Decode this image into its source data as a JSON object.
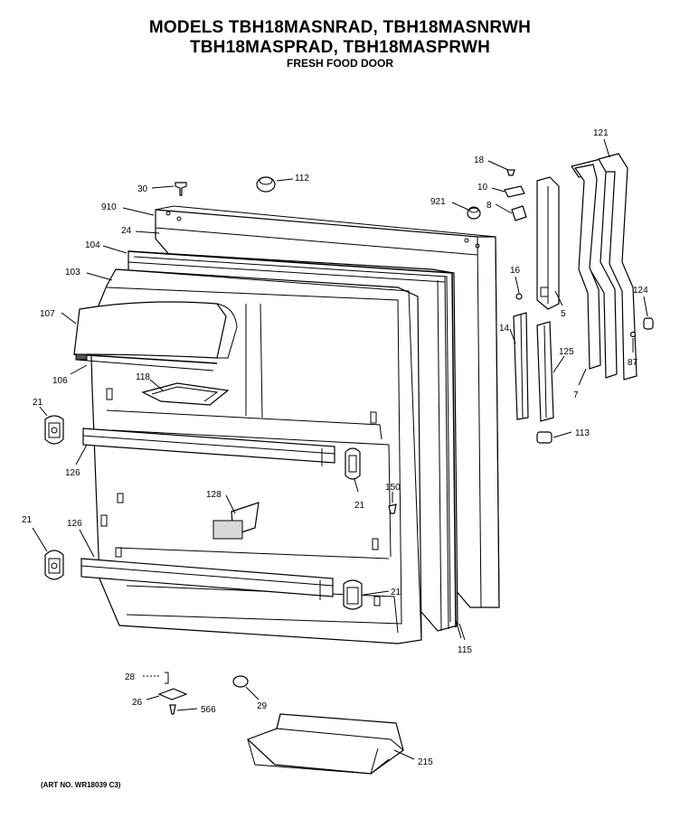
{
  "header": {
    "line1": "MODELS TBH18MASNRAD, TBH18MASNRWH",
    "line2": "TBH18MASPRAD, TBH18MASPRWH",
    "line3": "FRESH FOOD DOOR"
  },
  "footer": {
    "art_no": "(ART NO. WR18039 C3)"
  },
  "part_labels": {
    "p30": "30",
    "p112": "112",
    "p910": "910",
    "p24": "24",
    "p104": "104",
    "p103": "103",
    "p107": "107",
    "p106": "106",
    "p118": "118",
    "p21a": "21",
    "p126a": "126",
    "p21b": "21",
    "p128": "128",
    "p150": "150",
    "p21c": "21",
    "p126b": "126",
    "p21d": "21",
    "p115": "115",
    "p18": "18",
    "p10": "10",
    "p921": "921",
    "p8": "8",
    "p16": "16",
    "p5": "5",
    "p14": "14",
    "p125": "125",
    "p121": "121",
    "p124": "124",
    "p87": "87",
    "p7": "7",
    "p113": "113",
    "p28": "28",
    "p26": "26",
    "p566": "566",
    "p29": "29",
    "p215": "215"
  }
}
